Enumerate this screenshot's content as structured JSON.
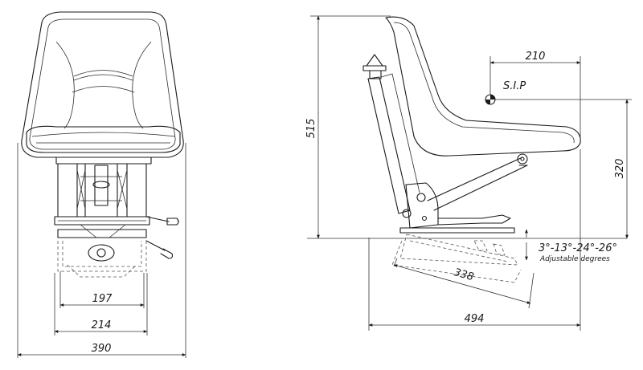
{
  "front_view": {
    "dims": {
      "inner_width": "197",
      "mid_width": "214",
      "overall_width": "390"
    }
  },
  "side_view": {
    "dims": {
      "height": "515",
      "sip_offset": "210",
      "sip_height": "320",
      "slide_length": "338",
      "depth": "494"
    },
    "sip_label": "S.I.P",
    "tilt_angles": "3°-13°-24°-26°",
    "tilt_caption": "Adjustable degrees"
  }
}
